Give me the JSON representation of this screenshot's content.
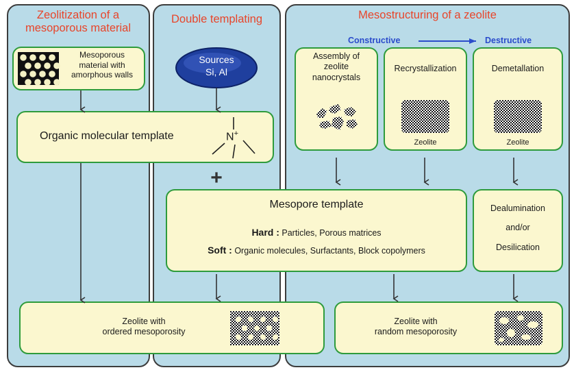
{
  "panels": {
    "left_title": "Zeolitization of a\nmesoporous material",
    "middle_title": "Double templating",
    "right_title": "Mesostructuring of a zeolite"
  },
  "direction": {
    "constructive": "Constructive",
    "destructive": "Destructive"
  },
  "mesoporous": "Mesoporous\nmaterial with\namorphous walls",
  "sources": {
    "line1": "Sources",
    "line2": "Si, Al"
  },
  "organic": "Organic molecular template",
  "ammonium": {
    "symbol": "N",
    "charge": "+"
  },
  "plus": "+",
  "assembly": "Assembly of\nzeolite\nnanocrystals",
  "recrystallization": {
    "title": "Recrystallization",
    "caption": "Zeolite"
  },
  "demetallation": {
    "title": "Demetallation",
    "caption": "Zeolite"
  },
  "mesopore_template": {
    "title": "Mesopore template",
    "hard_label": "Hard :",
    "hard_text": " Particles, Porous matrices",
    "soft_label": "Soft :",
    "soft_text": " Organic molecules, Surfactants, Block copolymers"
  },
  "dealumination": {
    "line1": "Dealumination",
    "line2": "and/or",
    "line3": "Desilication"
  },
  "ordered": "Zeolite with\nordered mesoporosity",
  "random": "Zeolite with\nrandom mesoporosity",
  "colors": {
    "panel": "#b9dbe8",
    "box": "#fbf7cf",
    "box_border": "#2e9b3c",
    "title": "#e8452a",
    "direction": "#2b4ccb",
    "sources": "#1f3f9e"
  }
}
